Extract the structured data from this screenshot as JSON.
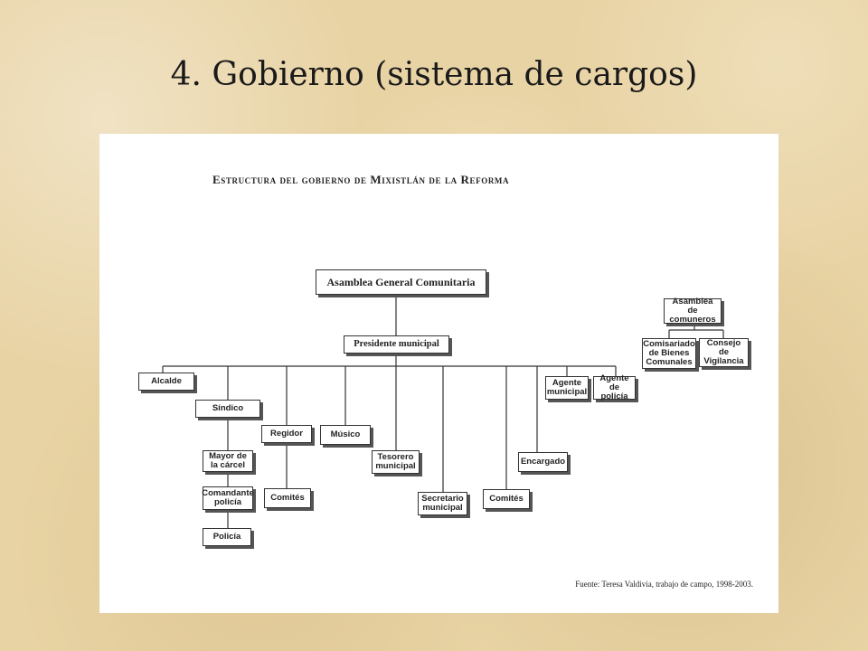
{
  "slide": {
    "title": "4. Gobierno (sistema de cargos)"
  },
  "diagram": {
    "title": "Estructura del gobierno de Mixistlán de la Reforma",
    "source": "Fuente: Teresa Valdivia, trabajo de campo, 1998-2003.",
    "nodes": {
      "asamblea": "Asamblea General Comunitaria",
      "presidente": "Presidente municipal",
      "alcalde": "Alcalde",
      "sindico": "Síndico",
      "mayor": "Mayor de la cárcel",
      "comandante": "Comandante policía",
      "policia": "Policía",
      "regidor": "Regidor",
      "comites_regidor": "Comités",
      "musico": "Músico",
      "tesorero": "Tesorero municipal",
      "secretario": "Secretario municipal",
      "comites": "Comités",
      "encargado": "Encargado",
      "agente_municipal": "Agente municipal",
      "agente_policia": "Agente de policía",
      "asamblea_comuneros": "Asamblea de comuneros",
      "comisariado": "Comisariado de Bienes Comunales",
      "consejo": "Consejo de Vigilancia"
    }
  }
}
